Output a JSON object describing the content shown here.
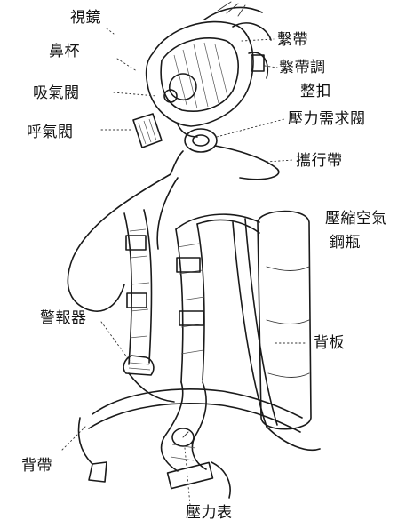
{
  "labels": {
    "visor": "視鏡",
    "nose_cup": "鼻杯",
    "inhale_valve": "吸氣閥",
    "exhale_valve": "呼氣閥",
    "head_strap": "繫帶",
    "strap_adjust_1": "繫帶調",
    "strap_adjust_2": "整扣",
    "demand_valve": "壓力需求閥",
    "carry_strap": "攜行帶",
    "cylinder_1": "壓縮空氣",
    "cylinder_2": "鋼瓶",
    "backplate": "背板",
    "alarm": "警報器",
    "waist_belt": "背帶",
    "pressure_gauge": "壓力表"
  }
}
